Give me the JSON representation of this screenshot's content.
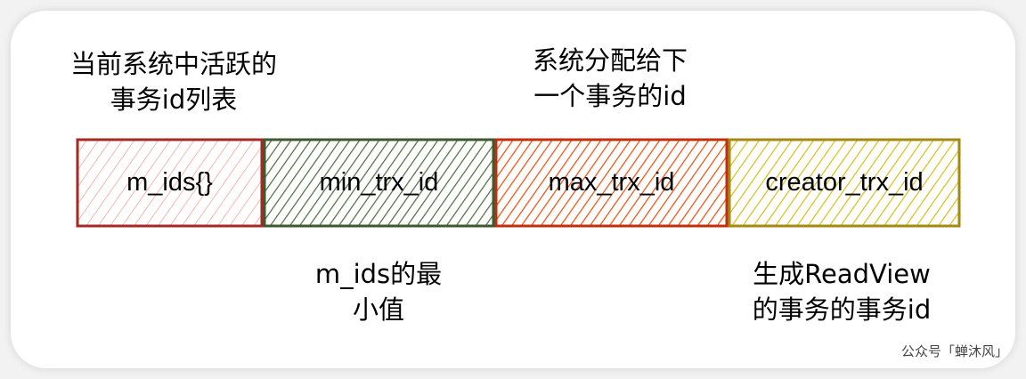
{
  "annotations": {
    "top_left": "当前系统中活跃的\n事务id列表",
    "top_right": "系统分配给下\n一个事务的id",
    "bottom_left": "m_ids的最\n小值",
    "bottom_right": "生成ReadView\n的事务的事务id"
  },
  "boxes": [
    {
      "label": "m_ids{}",
      "stroke": "#a52a24",
      "fill": "#f5b8b0"
    },
    {
      "label": "min_trx_id",
      "stroke": "#3c5a2e",
      "fill": "#4e7040"
    },
    {
      "label": "max_trx_id",
      "stroke": "#c0300c",
      "fill": "#f05010"
    },
    {
      "label": "creator_trx_id",
      "stroke": "#a48a10",
      "fill": "#d8c020"
    }
  ],
  "watermark": "公众号「蝉沐风」"
}
